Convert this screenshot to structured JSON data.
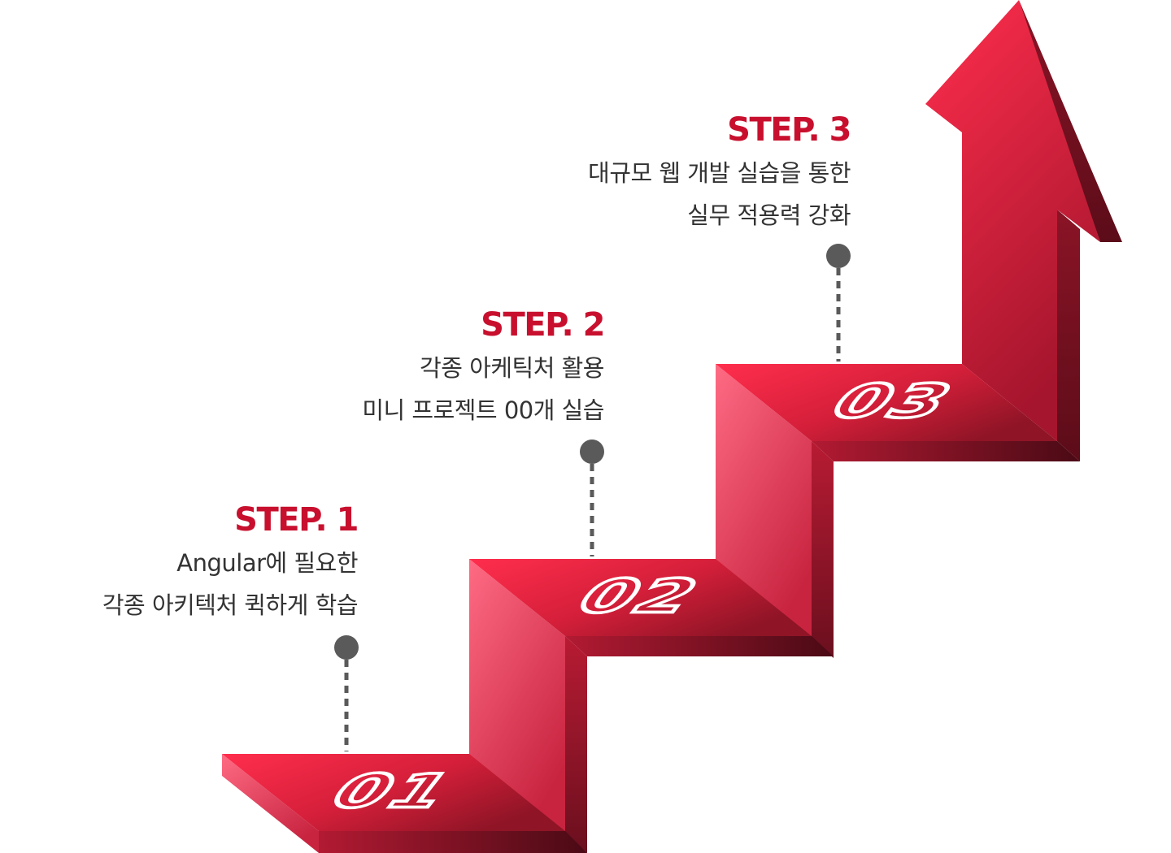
{
  "colors": {
    "accent": "#c8102e",
    "step_top_light": "#ff2e4d",
    "step_top_dark": "#8f1426",
    "step_riser_light": "#ff6b84",
    "step_riser_dark": "#9a1a2e",
    "step_front_dark": "#4a0a15",
    "dot": "#5a5a5a",
    "text": "#333333"
  },
  "steps": [
    {
      "title": "STEP. 1",
      "lines": [
        "Angular에 필요한",
        "각종 아키텍처 퀵하게 학습"
      ],
      "number": "01"
    },
    {
      "title": "STEP. 2",
      "lines": [
        "각종 아케틱처 활용",
        "미니 프로젝트 00개 실습"
      ],
      "number": "02"
    },
    {
      "title": "STEP. 3",
      "lines": [
        "대규모 웹 개발 실습을 통한",
        "실무 적용력 강화"
      ],
      "number": "03"
    }
  ]
}
